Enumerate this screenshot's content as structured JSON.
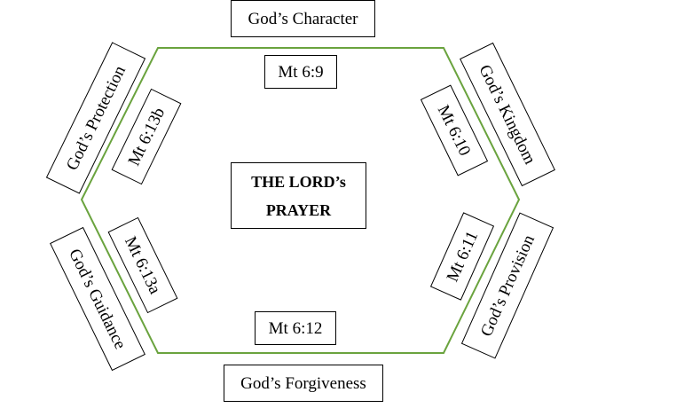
{
  "center": {
    "line1": "THE LORD’s",
    "line2": "PRAYER"
  },
  "themes": {
    "character": "God’s Character",
    "kingdom": "God’s Kingdom",
    "provision": "God’s Provision",
    "forgiveness": "God’s Forgiveness",
    "guidance": "God’s Guidance",
    "protection": "God’s Protection"
  },
  "verses": {
    "character": "Mt 6:9",
    "kingdom": "Mt 6:10",
    "provision": "Mt 6:11",
    "forgiveness": "Mt 6:12",
    "guidance": "Mt 6:13a",
    "protection": "Mt 6:13b"
  },
  "colors": {
    "hexagon_stroke": "#6aa33e",
    "box_border": "#000000"
  }
}
